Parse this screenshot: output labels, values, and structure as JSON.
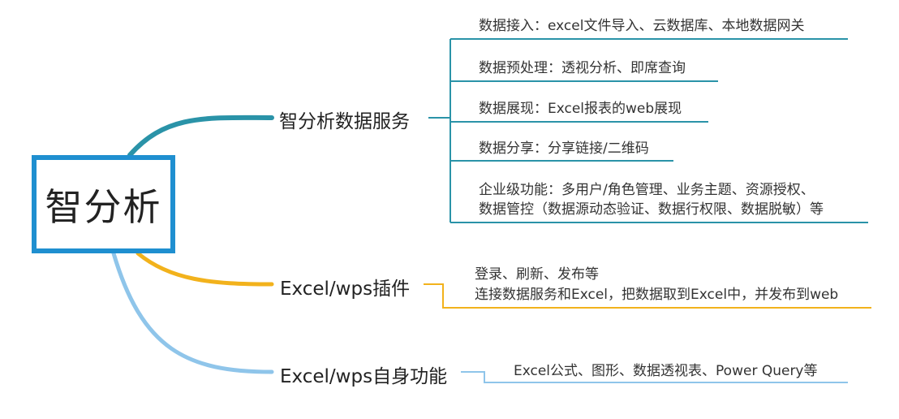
{
  "root": {
    "label": "智分析"
  },
  "branches": [
    {
      "label": "智分析数据服务",
      "color": "#2a93a8",
      "items": [
        "数据接入：excel文件导入、云数据库、本地数据网关",
        "数据预处理：透视分析、即席查询",
        "数据展现：Excel报表的web展现",
        "数据分享：分享链接/二维码",
        [
          "企业级功能：多用户/角色管理、业务主题、资源授权、",
          "数据管控（数据源动态验证、数据行权限、数据脱敏）等"
        ]
      ]
    },
    {
      "label": "Excel/wps插件",
      "color": "#f2b21c",
      "lines": [
        "登录、刷新、发布等",
        "连接数据服务和Excel，把数据取到Excel中，并发布到web"
      ]
    },
    {
      "label": "Excel/wps自身功能",
      "color": "#8fc5ea",
      "lines": [
        "Excel公式、图形、数据透视表、Power Query等"
      ]
    }
  ]
}
